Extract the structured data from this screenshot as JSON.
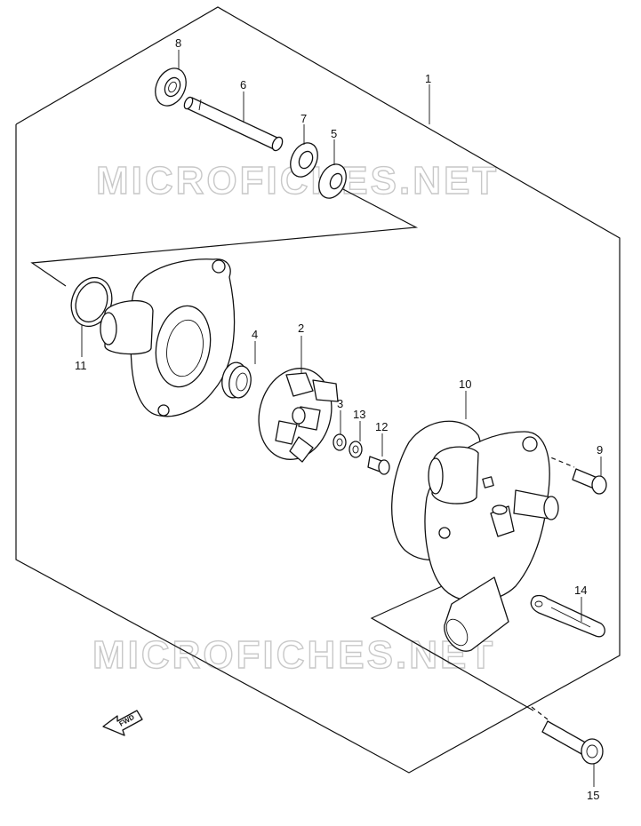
{
  "watermarks": [
    "MICROFICHES.NET",
    "MICROFICHES.NET"
  ],
  "direction_label": "FWD",
  "callouts": [
    {
      "id": "1",
      "label": "1"
    },
    {
      "id": "2",
      "label": "2"
    },
    {
      "id": "3",
      "label": "3"
    },
    {
      "id": "4",
      "label": "4"
    },
    {
      "id": "5",
      "label": "5"
    },
    {
      "id": "6",
      "label": "6"
    },
    {
      "id": "7",
      "label": "7"
    },
    {
      "id": "8",
      "label": "8"
    },
    {
      "id": "9",
      "label": "9"
    },
    {
      "id": "10",
      "label": "10"
    },
    {
      "id": "11",
      "label": "11"
    },
    {
      "id": "12",
      "label": "12"
    },
    {
      "id": "13",
      "label": "13"
    },
    {
      "id": "14",
      "label": "14"
    },
    {
      "id": "15",
      "label": "15"
    }
  ]
}
